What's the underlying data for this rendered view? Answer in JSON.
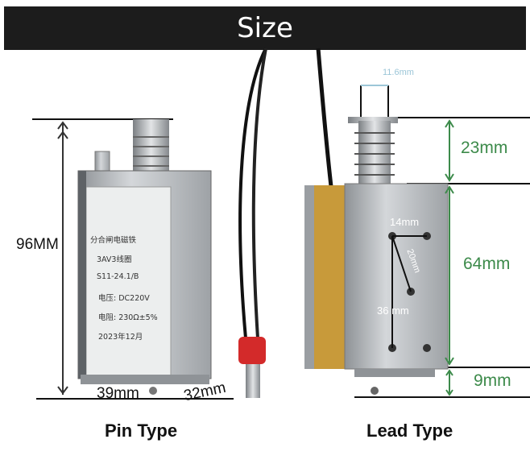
{
  "header": {
    "title": "Size"
  },
  "pin_type": {
    "caption": "Pin Type",
    "height_label": "96MM",
    "width_label": "39mm",
    "depth_label": "32mm",
    "product_label": [
      "分合闸电磁铁",
      "3AV3线圈",
      "S11-24.1/B",
      "电压: DC220V",
      "电阻: 230Ω±5%",
      "2023年12月"
    ]
  },
  "lead_type": {
    "caption": "Lead Type",
    "plunger_width_label": "11.6mm",
    "plunger_length_label": "23mm",
    "body_length_label": "64mm",
    "bottom_length_label": "9mm",
    "hole_spacing_horizontal": "14mm",
    "hole_spacing_diagonal": "20mm",
    "hole_spacing_vertical": "36 mm"
  },
  "colors": {
    "header_bg": "#1c1c1c",
    "dimension_green": "#3c8a4a",
    "metal": "#b8bcc0",
    "coil": "#c89a3a"
  }
}
